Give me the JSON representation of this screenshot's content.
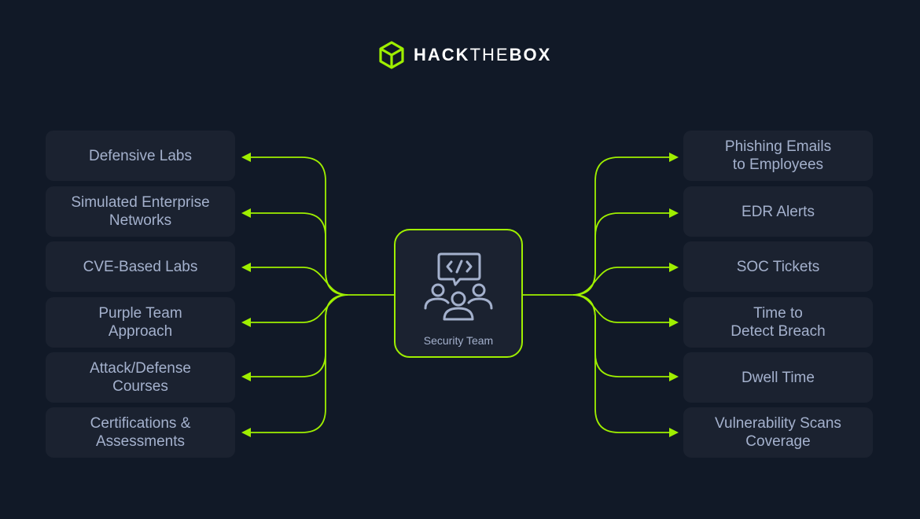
{
  "logo": {
    "bold_part": "HACK",
    "light_part": "THE",
    "bold_part2": "BOX",
    "icon": "cube-icon"
  },
  "center": {
    "label": "Security Team",
    "icon": "team-code-chat-icon"
  },
  "accent_color": "#9fef00",
  "background_color": "#111927",
  "card_color": "#1b2230",
  "text_color": "#a4b1cd",
  "left_items": [
    {
      "label": "Defensive Labs"
    },
    {
      "label": "Simulated Enterprise\nNetworks"
    },
    {
      "label": "CVE-Based Labs"
    },
    {
      "label": "Purple Team\nApproach"
    },
    {
      "label": "Attack/Defense\nCourses"
    },
    {
      "label": "Certifications &\nAssessments"
    }
  ],
  "right_items": [
    {
      "label": "Phishing Emails\nto Employees"
    },
    {
      "label": "EDR Alerts"
    },
    {
      "label": "SOC Tickets"
    },
    {
      "label": "Time to\nDetect Breach"
    },
    {
      "label": "Dwell Time"
    },
    {
      "label": "Vulnerability Scans\nCoverage"
    }
  ]
}
